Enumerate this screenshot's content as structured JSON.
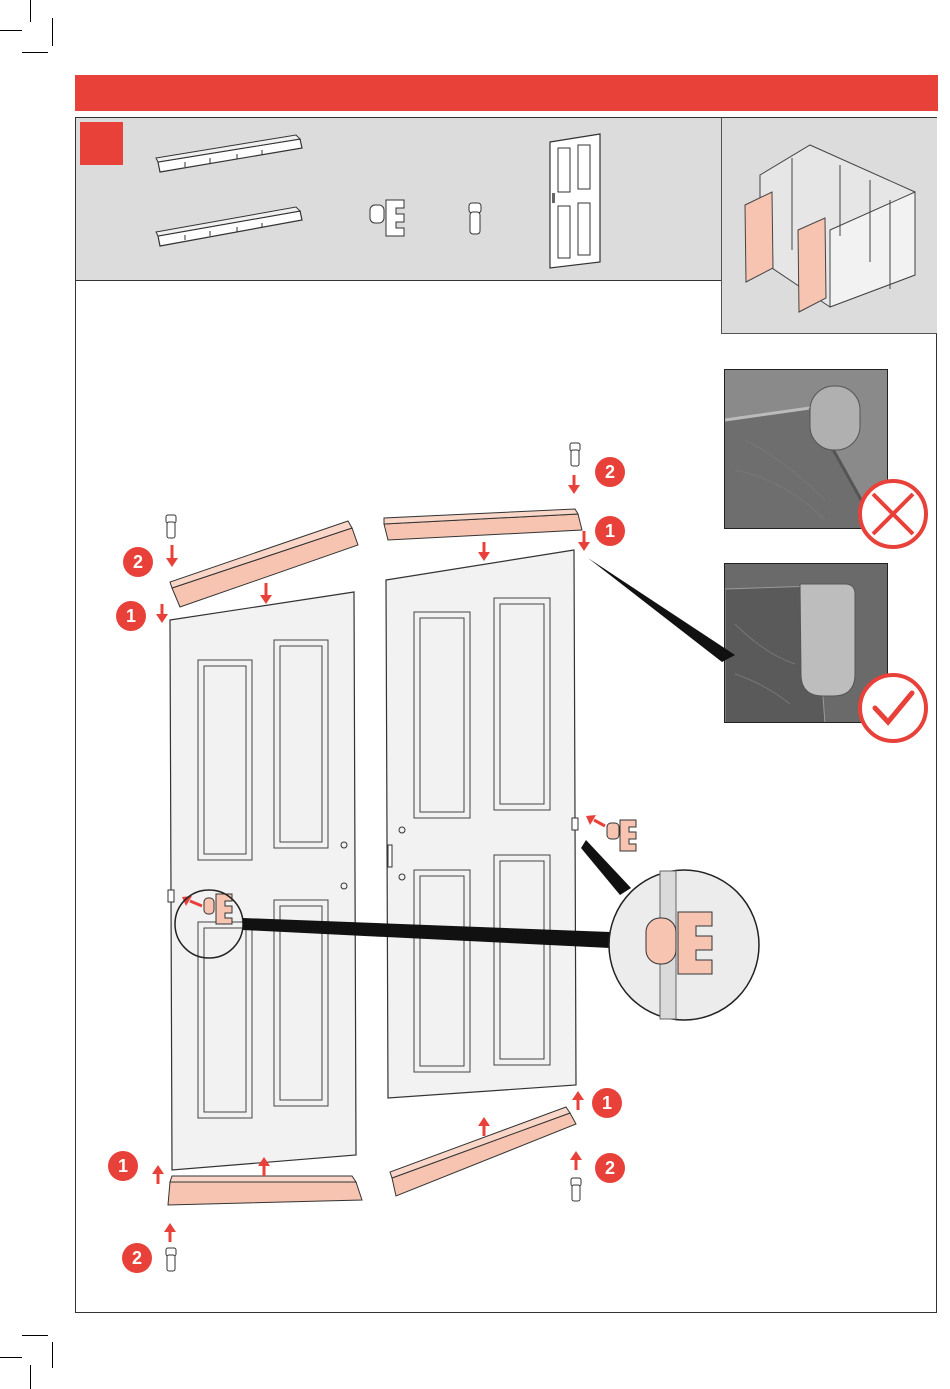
{
  "page": {
    "step_number": "",
    "accent_color": "#e8413a",
    "part_color": "#f6c4b0"
  },
  "callouts": [
    {
      "id": "left-top-1",
      "label": "1"
    },
    {
      "id": "left-top-2",
      "label": "2"
    },
    {
      "id": "right-top-1",
      "label": "1"
    },
    {
      "id": "right-top-2",
      "label": "2"
    },
    {
      "id": "left-bottom-1",
      "label": "1"
    },
    {
      "id": "left-bottom-2",
      "label": "2"
    },
    {
      "id": "right-bottom-1",
      "label": "1"
    },
    {
      "id": "right-bottom-2",
      "label": "2"
    }
  ],
  "status_icons": {
    "wrong": "cross-icon",
    "correct": "check-icon"
  }
}
